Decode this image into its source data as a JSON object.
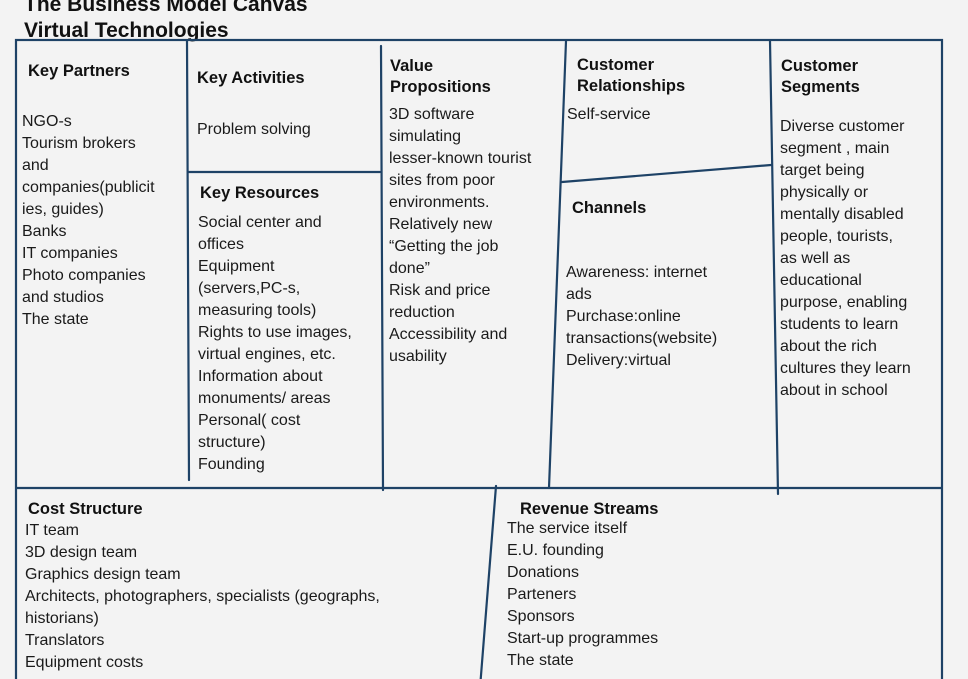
{
  "header": {
    "line1": "The Business Model Canvas",
    "line2": "Virtual Technologies"
  },
  "key_partners": {
    "title": "Key Partners",
    "body": "NGO-s\nTourism brokers\nand\ncompanies(publicit\nies, guides)\nBanks\nIT companies\nPhoto companies\nand studios\nThe state"
  },
  "key_activities": {
    "title": "Key Activities",
    "body": "Problem solving"
  },
  "key_resources": {
    "title": "Key Resources",
    "body": "Social center and\noffices\nEquipment\n(servers,PC-s,\nmeasuring tools)\nRights to use images,\nvirtual engines, etc.\nInformation about\nmonuments/ areas\nPersonal( cost\nstructure)\nFounding"
  },
  "value_propositions": {
    "title": "Value\nPropositions",
    "body": "3D software\nsimulating\nlesser-known tourist\nsites from poor\nenvironments.\nRelatively new\n“Getting the job\ndone”\nRisk and price\nreduction\nAccessibility and\nusability"
  },
  "customer_relationships": {
    "title": "Customer\nRelationships",
    "body": "Self-service"
  },
  "channels": {
    "title": "Channels",
    "body": "Awareness: internet\nads\nPurchase:online\ntransactions(website)\nDelivery:virtual"
  },
  "customer_segments": {
    "title": "Customer\nSegments",
    "body": "Diverse customer\nsegment , main\ntarget being\nphysically or\nmentally disabled\npeople, tourists,\nas well as\neducational\npurpose, enabling\nstudents to learn\nabout the rich\ncultures they learn\nabout in school"
  },
  "cost_structure": {
    "title": "Cost Structure",
    "body": "IT team\n3D design team\nGraphics design team\nArchitects, photographers, specialists (geographs,\nhistorians)\nTranslators\nEquipment costs"
  },
  "revenue_streams": {
    "title": "Revenue Streams",
    "body": "The service itself\nE.U. founding\nDonations\nParteners\nSponsors\nStart-up  programmes\nThe state"
  },
  "colors": {
    "line": "#1e4266",
    "background": "#f3f3f3"
  }
}
